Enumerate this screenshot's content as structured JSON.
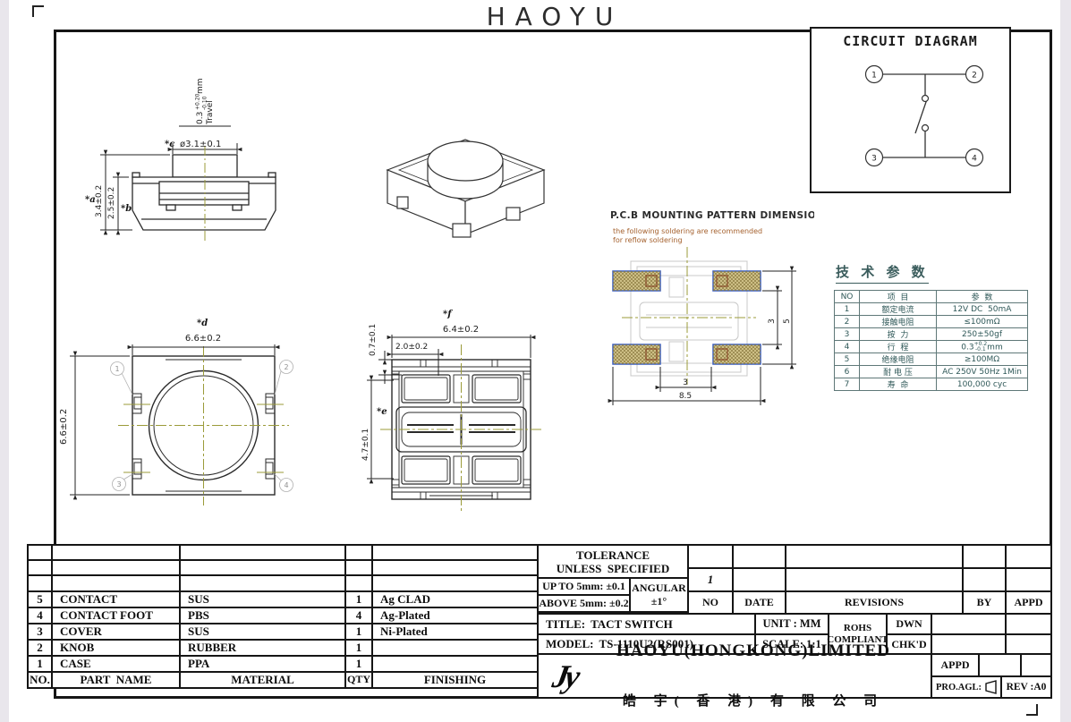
{
  "sheet": {
    "title": "HAOYU"
  },
  "colors": {
    "centerline": "#9b9b3a",
    "pad_fill": "#d6c88f",
    "pad_border": "#3b5fbf",
    "pad_inner": "#8a4a2a",
    "note_text": "#a5622f",
    "ghost_line": "#c8c8c8",
    "tech_text": "#2f5858"
  },
  "circuit": {
    "title": "CIRCUIT DIAGRAM",
    "t1": "1",
    "t2": "2",
    "t3": "3",
    "t4": "4"
  },
  "side_view": {
    "travel_main": "0.3",
    "travel_plus": "+0.20",
    "travel_minus": "-0.10",
    "travel_unit": "mm",
    "travel_word": "Travel",
    "dim_c_tag": "*c",
    "dim_c": "ø3.1±0.1",
    "dim_a_tag": "*a",
    "dim_a": "3.4±0.2",
    "dim_b_tag": "*b",
    "dim_b": "2.5±0.2"
  },
  "top_view": {
    "tag": "*d",
    "dim_width": "6.6±0.2",
    "dim_height": "6.6±0.2",
    "t1": "1",
    "t2": "2",
    "t3": "3",
    "t4": "4"
  },
  "bottom_view": {
    "tag_f": "*f",
    "tag_e": "*e",
    "dim_width": "6.4±0.2",
    "dim_pad": "2.0±0.2",
    "dim_top": "0.7±0.1",
    "dim_height": "4.7±0.1"
  },
  "pcb": {
    "title": "P.C.B MOUNTING PATTERN DIMENSION",
    "note1": "the following soldering are recommended",
    "note2": "for reflow soldering",
    "dim_inner_v": "3",
    "dim_outer_v": "5",
    "dim_inner_h": "3",
    "dim_outer_h": "8.5"
  },
  "tech": {
    "title": "技 术 参 数",
    "headers": {
      "no": "NO",
      "item": "项  目",
      "value": "参  数"
    },
    "rows": [
      {
        "no": "1",
        "item": "额定电流",
        "value": "12V DC  50mA"
      },
      {
        "no": "2",
        "item": "接触电阻",
        "value": "≤100mΩ"
      },
      {
        "no": "3",
        "item": "按  力",
        "value": "250±50gf"
      },
      {
        "no": "4",
        "item": "行  程",
        "value_main": "0.3",
        "tol_plus": "+0.2",
        "tol_minus": "-0.1",
        "unit": "mm"
      },
      {
        "no": "5",
        "item": "绝缘电阻",
        "value": "≥100MΩ"
      },
      {
        "no": "6",
        "item": "耐 电 压",
        "value": "AC 250V 50Hz 1Min"
      },
      {
        "no": "7",
        "item": "寿  命",
        "value": "100,000 cyc"
      }
    ]
  },
  "parts": {
    "headers": {
      "no": "NO.",
      "name": "PART  NAME",
      "material": "MATERIAL",
      "qty": "QTY",
      "finishing": "FINISHING"
    },
    "rows": [
      {
        "no": "5",
        "name": "CONTACT",
        "material": "SUS",
        "qty": "1",
        "finishing": "Ag CLAD"
      },
      {
        "no": "4",
        "name": "CONTACT FOOT",
        "material": "PBS",
        "qty": "4",
        "finishing": "Ag-Plated"
      },
      {
        "no": "3",
        "name": "COVER",
        "material": "SUS",
        "qty": "1",
        "finishing": "Ni-Plated"
      },
      {
        "no": "2",
        "name": "KNOB",
        "material": "RUBBER",
        "qty": "1",
        "finishing": ""
      },
      {
        "no": "1",
        "name": "CASE",
        "material": "PPA",
        "qty": "1",
        "finishing": ""
      }
    ]
  },
  "tolerance": {
    "line1": "TOLERANCE",
    "line2": "UNLESS  SPECIFIED",
    "up_to": "UP TO 5mm: ±0.1",
    "above": "ABOVE 5mm: ±0.2",
    "angular_label": "ANGULAR",
    "angular_value": "±1°"
  },
  "revisions": {
    "mark": "1",
    "no": "NO",
    "date": "DATE",
    "revisions": "REVISIONS",
    "by": "BY",
    "appd": "APPD"
  },
  "title_block": {
    "title_label": "TITLE:",
    "title_value": "TACT SWITCH",
    "model_label": "MODEL:",
    "model_value": "TS-1110U2(RS001)",
    "unit": "UNIT : MM",
    "scale": "SCALE: 1:1",
    "rohs1": "ROHS",
    "rohs2": "COMPLIANT",
    "dwn": "DWN",
    "chkd": "CHK'D",
    "appd": "APPD",
    "logo": "Jy",
    "company_en": "HAOYU(HONGKONG)LIMITED",
    "company_cn": "皓 宇( 香 港) 有 限 公 司",
    "pro_agl": "PRO.AGL:",
    "rev": "REV :A0"
  }
}
